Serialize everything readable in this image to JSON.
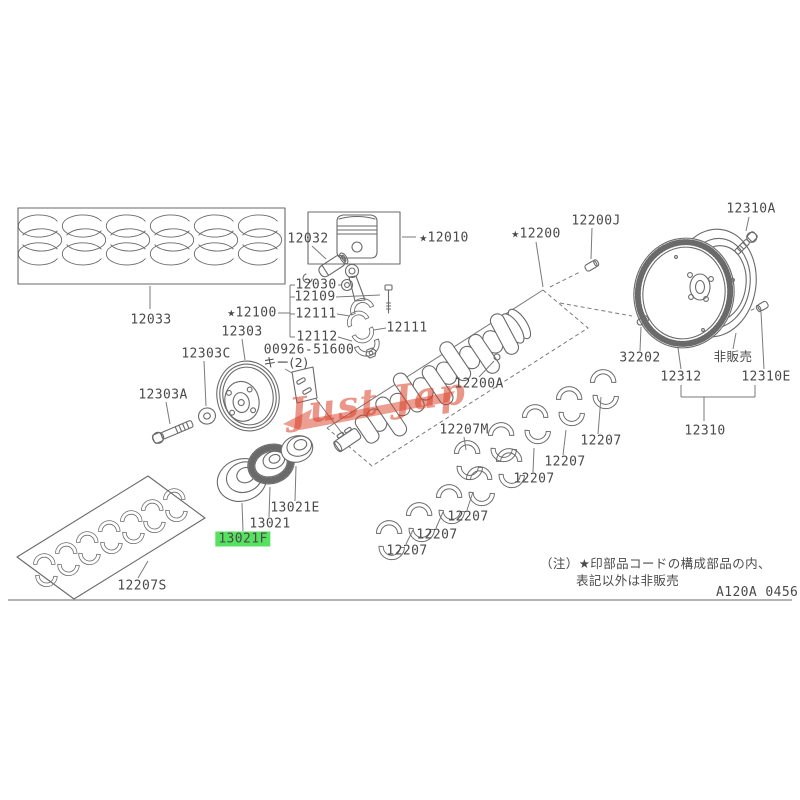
{
  "colors": {
    "line": "#6a6a6a",
    "text": "#4a4a4a",
    "highlight_green": "#57e160",
    "watermark_red": "#d84028"
  },
  "watermark": {
    "text": "Just Jap"
  },
  "labels": {
    "ring_set": {
      "text": "12033"
    },
    "piston_pin": {
      "text": "12032"
    },
    "piston": {
      "text": "★12010"
    },
    "piston_bush": {
      "text": "12030"
    },
    "rod_bolt": {
      "text": "12109"
    },
    "rod_bearing_upper": {
      "text": "12111"
    },
    "rod_bearing_lower": {
      "text": "12111"
    },
    "rod_cap": {
      "text": "12112"
    },
    "rod_assy": {
      "text": "★12100"
    },
    "key_kit": {
      "text": "00926-51600"
    },
    "key_qty": {
      "text": "キー(2)"
    },
    "pulley": {
      "text": "12303"
    },
    "pulley_hub": {
      "text": "12303C"
    },
    "pulley_bolt": {
      "text": "12303A"
    },
    "crankshaft": {
      "text": "★12200"
    },
    "crank_bushing": {
      "text": "12200J"
    },
    "crank_dowel": {
      "text": "12200A"
    },
    "oil_thrower": {
      "text": "13021F"
    },
    "crank_sprocket": {
      "text": "13021"
    },
    "sprocket_washer": {
      "text": "13021E"
    },
    "main_bearing_thrust": {
      "text": "12207M"
    },
    "main_bearing_1": {
      "text": "12207"
    },
    "main_bearing_2": {
      "text": "12207"
    },
    "main_bearing_3": {
      "text": "12207"
    },
    "main_bearing_4": {
      "text": "12207"
    },
    "main_bearing_5": {
      "text": "12207"
    },
    "main_bearing_6": {
      "text": "12207"
    },
    "main_bearing_set": {
      "text": "12207S"
    },
    "flywheel_pin": {
      "text": "32202"
    },
    "ring_gear": {
      "text": "12312"
    },
    "not_sold": {
      "text": "非販売"
    },
    "flywheel_plug": {
      "text": "12310E"
    },
    "flywheel_bolt": {
      "text": "12310A"
    },
    "flywheel": {
      "text": "12310"
    }
  },
  "note": {
    "line1": "（注）★印部品コードの構成部品の内、",
    "line2": "表記以外は非販売"
  },
  "diagram_code": "A120A 0456"
}
